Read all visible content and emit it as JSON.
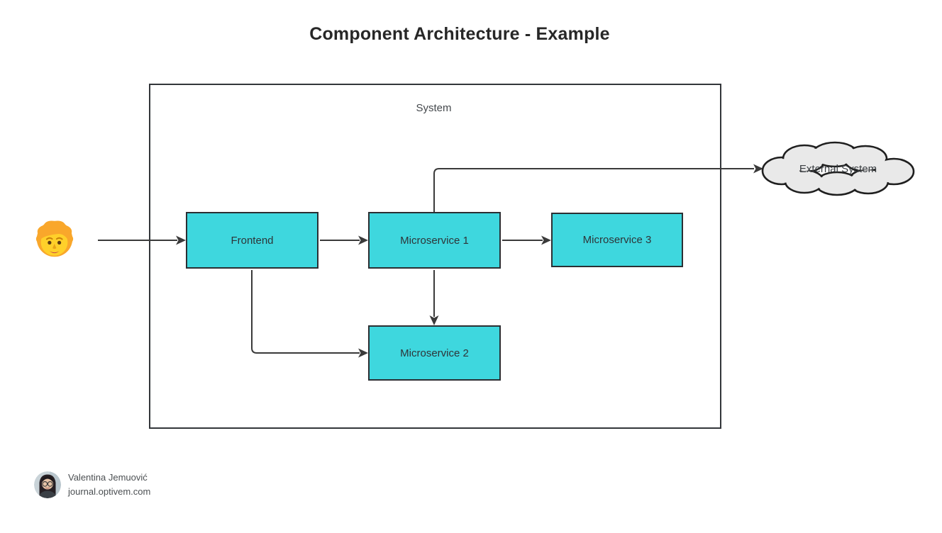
{
  "title": "Component Architecture - Example",
  "diagram": {
    "system": {
      "label": "System"
    },
    "actor": {
      "id": "user",
      "icon": "person-emoji"
    },
    "nodes": [
      {
        "id": "frontend",
        "label": "Frontend",
        "type": "component"
      },
      {
        "id": "microservice-1",
        "label": "Microservice 1",
        "type": "component"
      },
      {
        "id": "microservice-2",
        "label": "Microservice 2",
        "type": "component"
      },
      {
        "id": "microservice-3",
        "label": "Microservice 3",
        "type": "component"
      },
      {
        "id": "external-system",
        "label": "External System",
        "type": "cloud"
      }
    ],
    "edges": [
      {
        "from": "user",
        "to": "frontend"
      },
      {
        "from": "frontend",
        "to": "microservice-1"
      },
      {
        "from": "microservice-1",
        "to": "microservice-3"
      },
      {
        "from": "microservice-1",
        "to": "microservice-2"
      },
      {
        "from": "frontend",
        "to": "microservice-2"
      },
      {
        "from": "microservice-1",
        "to": "external-system"
      }
    ],
    "colors": {
      "component_fill": "#3ed7de",
      "component_border": "#2b2f33",
      "cloud_fill": "#e9e9e9",
      "cloud_border": "#1f1f1f",
      "connector": "#3a3a3a",
      "system_border": "#33363a"
    }
  },
  "footer": {
    "author": "Valentina Jemuović",
    "website": "journal.optivem.com"
  }
}
